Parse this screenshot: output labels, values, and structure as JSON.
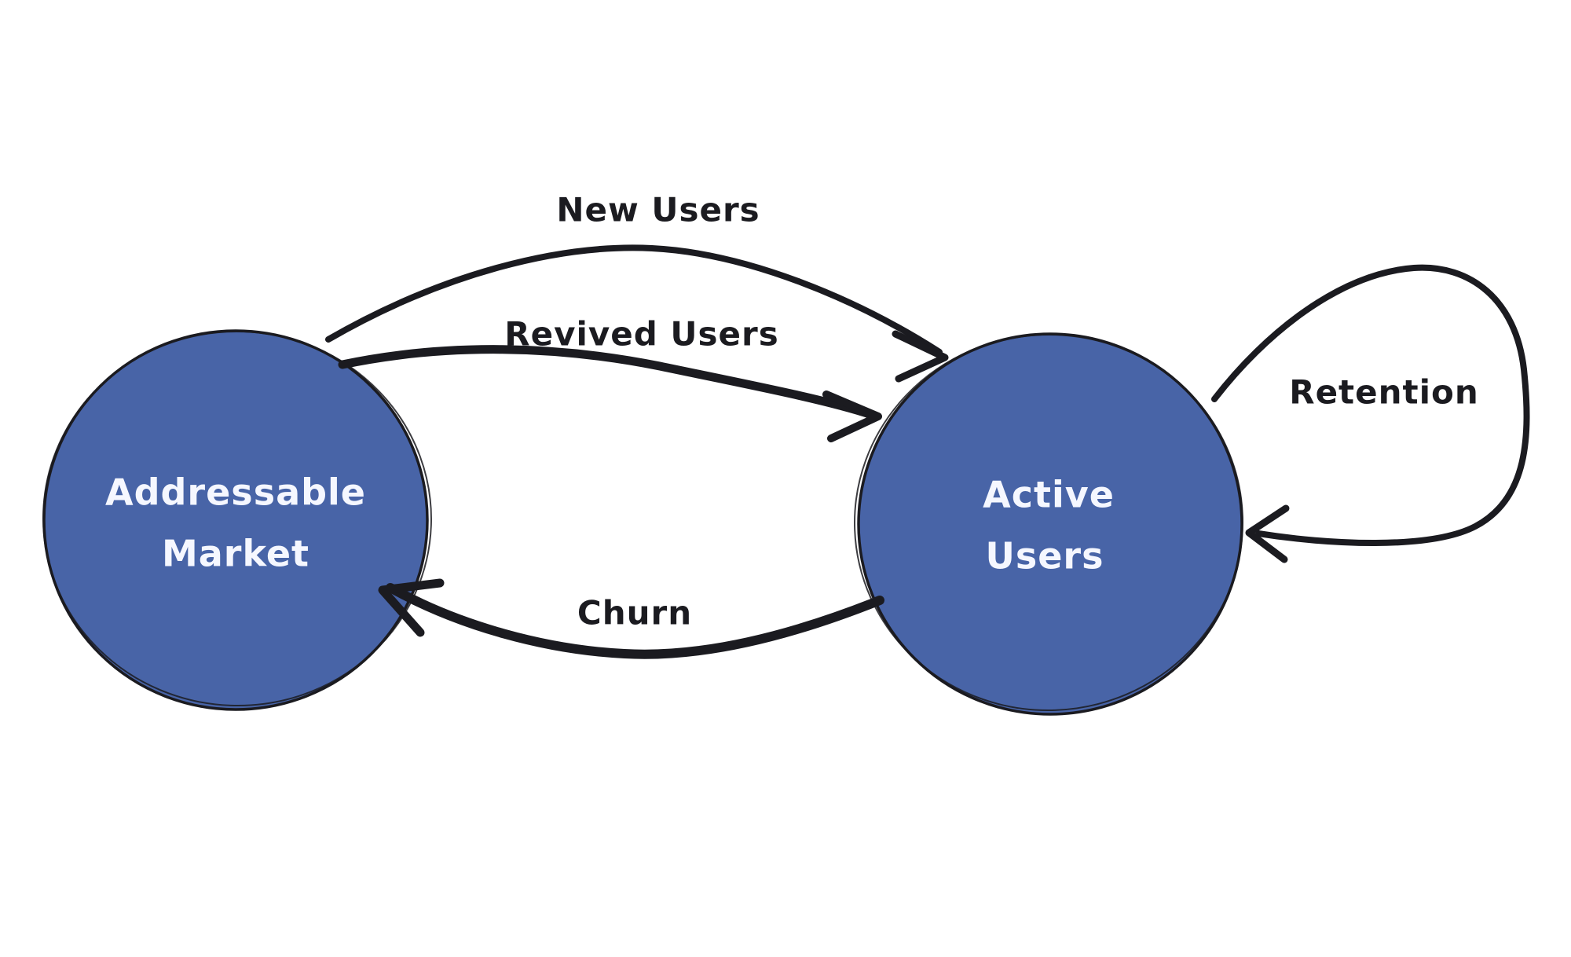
{
  "canvas": {
    "background_color": "#ffffff"
  },
  "diagram": {
    "stroke_color": "#1b1b20",
    "nodes": [
      {
        "id": "addressable-market",
        "label": "Addressable Market",
        "label_lines": [
          "Addressable",
          "Market"
        ],
        "shape": "ellipse",
        "fill": "#4864a7",
        "stroke": "#1b1b20",
        "text_color": "#f5f7ff"
      },
      {
        "id": "active-users",
        "label": "Active Users",
        "label_lines": [
          "Active",
          "Users"
        ],
        "shape": "ellipse",
        "fill": "#4864a7",
        "stroke": "#1b1b20",
        "text_color": "#f5f7ff"
      }
    ],
    "edges": [
      {
        "id": "new-users",
        "label": "New Users",
        "from": "addressable-market",
        "to": "active-users"
      },
      {
        "id": "revived-users",
        "label": "Revived Users",
        "from": "addressable-market",
        "to": "active-users"
      },
      {
        "id": "churn",
        "label": "Churn",
        "from": "active-users",
        "to": "addressable-market"
      },
      {
        "id": "retention",
        "label": "Retention",
        "from": "active-users",
        "to": "active-users"
      }
    ]
  }
}
